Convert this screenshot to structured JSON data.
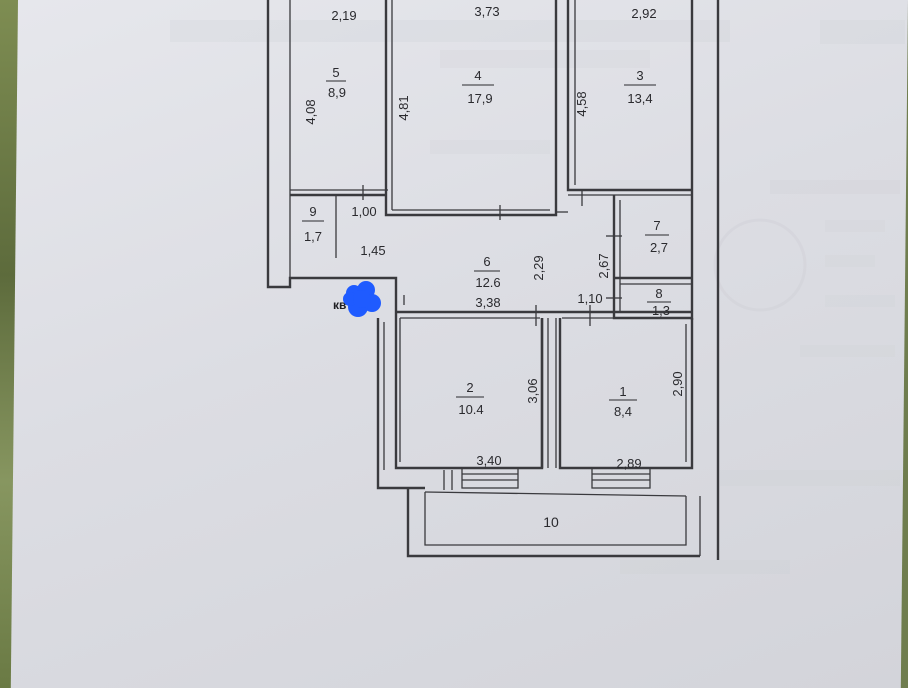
{
  "plan": {
    "rooms": [
      {
        "id": "5",
        "number": "5",
        "area": "8,9",
        "width": "2,19",
        "height": "4,08"
      },
      {
        "id": "4",
        "number": "4",
        "area": "17,9",
        "width": "3,73",
        "height": "4,81"
      },
      {
        "id": "3",
        "number": "3",
        "area": "13,4",
        "width": "2,92",
        "height": "4,58"
      },
      {
        "id": "9",
        "number": "9",
        "area": "1,7",
        "width": "1,00"
      },
      {
        "id": "6",
        "number": "6",
        "area": "12.6",
        "width": "1,45",
        "length": "3,38",
        "height": "2,29"
      },
      {
        "id": "7",
        "number": "7",
        "area": "2,7",
        "height": "2,67"
      },
      {
        "id": "8",
        "number": "8",
        "area": "1,3",
        "width": "1,10"
      },
      {
        "id": "2",
        "number": "2",
        "area": "10.4",
        "width": "3,40",
        "height": "3,06"
      },
      {
        "id": "1",
        "number": "1",
        "area": "8,4",
        "width": "2,89",
        "height": "2,90"
      },
      {
        "id": "10",
        "number": "10"
      }
    ],
    "entrance_label": "кв",
    "marker_color": "#1f5bff"
  }
}
